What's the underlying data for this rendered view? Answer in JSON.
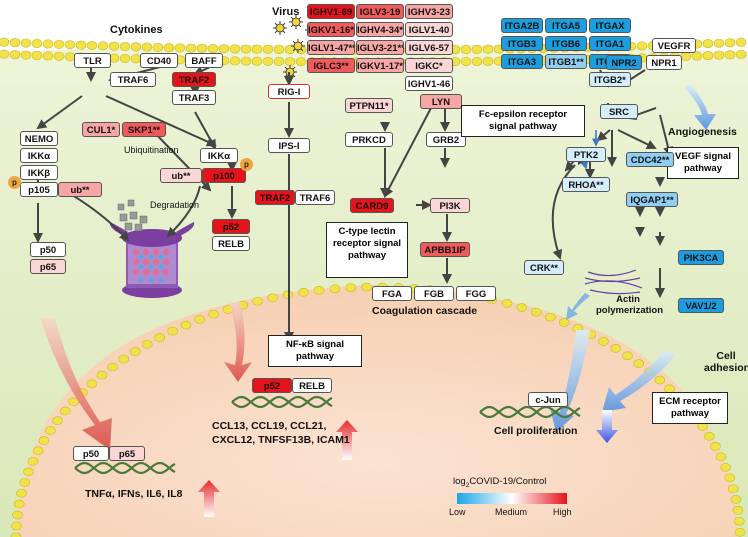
{
  "titles": {
    "cytokines": "Cytokines",
    "virus": "Virus"
  },
  "cytokine_receptors": [
    "TLR",
    "CD40",
    "BAFF"
  ],
  "left_pathway": {
    "traf6": "TRAF6",
    "traf2": "TRAF2",
    "traf3": "TRAF3",
    "nemo": "NEMO",
    "ikka_1": "IKKα",
    "ikkb": "IKKβ",
    "p105": "p105",
    "ub_1": "ub**",
    "p50": "p50",
    "p65": "p65",
    "cul1": "CUL1*",
    "skp1": "SKP1**",
    "ubiquitination": "Ubiquitination",
    "ikka_2": "IKKα",
    "ub_2": "ub**",
    "p100": "p100",
    "degradation": "Degradation",
    "p52": "p52",
    "relb": "RELB",
    "p": "p"
  },
  "middle_pathway": {
    "rig_i": "RIG-I",
    "ips_i": "IPS-I",
    "traf2": "TRAF2",
    "traf6": "TRAF6",
    "nfkb_label": "NF-κB signal pathway"
  },
  "ig_genes": [
    [
      "IGHV1-69",
      "IGLV3-19",
      "IGHV3-23"
    ],
    [
      "IGKV1-16**",
      "IGHV4-34**",
      "IGLV1-40"
    ],
    [
      "IGLV1-47**",
      "IGLV3-21**",
      "IGLV6-57"
    ],
    [
      "IGLC3**",
      "IGKV1-17*",
      "IGKC*"
    ],
    [
      "",
      "",
      "IGHV1-46"
    ]
  ],
  "lectin_pathway": {
    "ptpn11": "PTPN11*",
    "lyn": "LYN",
    "prkcd": "PRKCD",
    "grb2": "GRB2",
    "card9": "CARD9",
    "pi3k": "PI3K",
    "apbb1ip": "APBB1IP",
    "label": "C-type lectin receptor signal pathway",
    "fga": "FGA",
    "fgb": "FGB",
    "fgg": "FGG",
    "coag": "Coagulation cascade"
  },
  "integrins": [
    [
      "ITGA2B",
      "ITGA5",
      "ITGAX"
    ],
    [
      "ITGB3",
      "ITGB6",
      "ITGA1"
    ],
    [
      "ITGA3",
      "ITGB1**",
      "ITGAV"
    ],
    [
      "",
      "",
      "ITGB2*"
    ]
  ],
  "right_pathway": {
    "vegfr": "VEGFR",
    "npr2": "NPR2",
    "npr1": "NPR1",
    "fc_label": "Fc-epsilon receptor signal pathway",
    "src": "SRC",
    "angiogenesis": "Angiogenesis",
    "vegf_label": "VEGF signal pathway",
    "ptk2": "PTK2",
    "rhoa": "RHOA**",
    "cdc42": "CDC42**",
    "iqgap1": "IQGAP1**",
    "crk": "CRK**",
    "actin": "Actin polymerization",
    "pik3ca": "PIK3CA",
    "vav": "VAV1/2",
    "adhesion": "Cell adhesion",
    "ecm_label": "ECM receptor pathway"
  },
  "nucleus": {
    "p52": "p52",
    "relb": "RELB",
    "genes_1": "CCL13, CCL19, CCL21,",
    "genes_2": "CXCL12, TNFSF13B, ICAM1",
    "p50": "p50",
    "p65": "p65",
    "genes_3": "TNFα, IFNs, IL6, IL8",
    "cjun": "c-Jun",
    "prolif": "Cell proliferation"
  },
  "legend": {
    "title_prefix": "log",
    "title_sub": "2",
    "title_suffix": "COVID-19/Control",
    "low": "Low",
    "medium": "Medium",
    "high": "High",
    "color_low": "#18a6e8",
    "color_mid": "#ffffff",
    "color_high": "#e8121a"
  }
}
